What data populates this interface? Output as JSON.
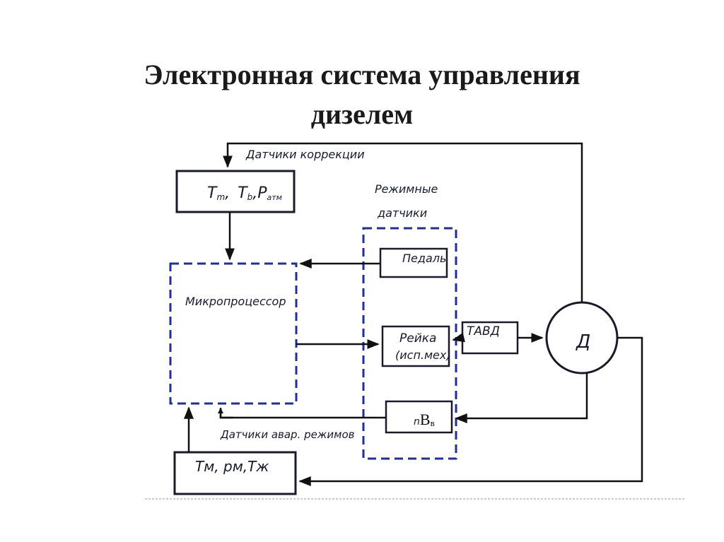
{
  "title": {
    "line1": "Электронная система управления",
    "line2": "дизелем"
  },
  "labels": {
    "correction_sensors": "Датчики коррекции",
    "mode_sensors_line1": "Режимные",
    "mode_sensors_line2": "датчики",
    "emergency_sensors": "Датчики авар. режимов"
  },
  "blocks": {
    "correction_box": {
      "t1": "T",
      "t1_sub": "m",
      "sep1": ",",
      "t2": "T",
      "t2_sub": "b",
      "sep2": ",",
      "p": "P",
      "p_sub": "атм"
    },
    "microprocessor": "Микропроцессор",
    "pedal": "Педаль",
    "rack_line1": "Рейка",
    "rack_line2": "(исп.мех)",
    "tavd": "ТАВД",
    "engine": "Д",
    "speed_box": {
      "n": "n",
      "b": "B",
      "b_sub": "в"
    },
    "emergency_box": "Tм, pм,Tж"
  },
  "colors": {
    "line": "#111111",
    "dashed_box": "#1f2f9a",
    "solid_box": "#1a1a2a"
  }
}
